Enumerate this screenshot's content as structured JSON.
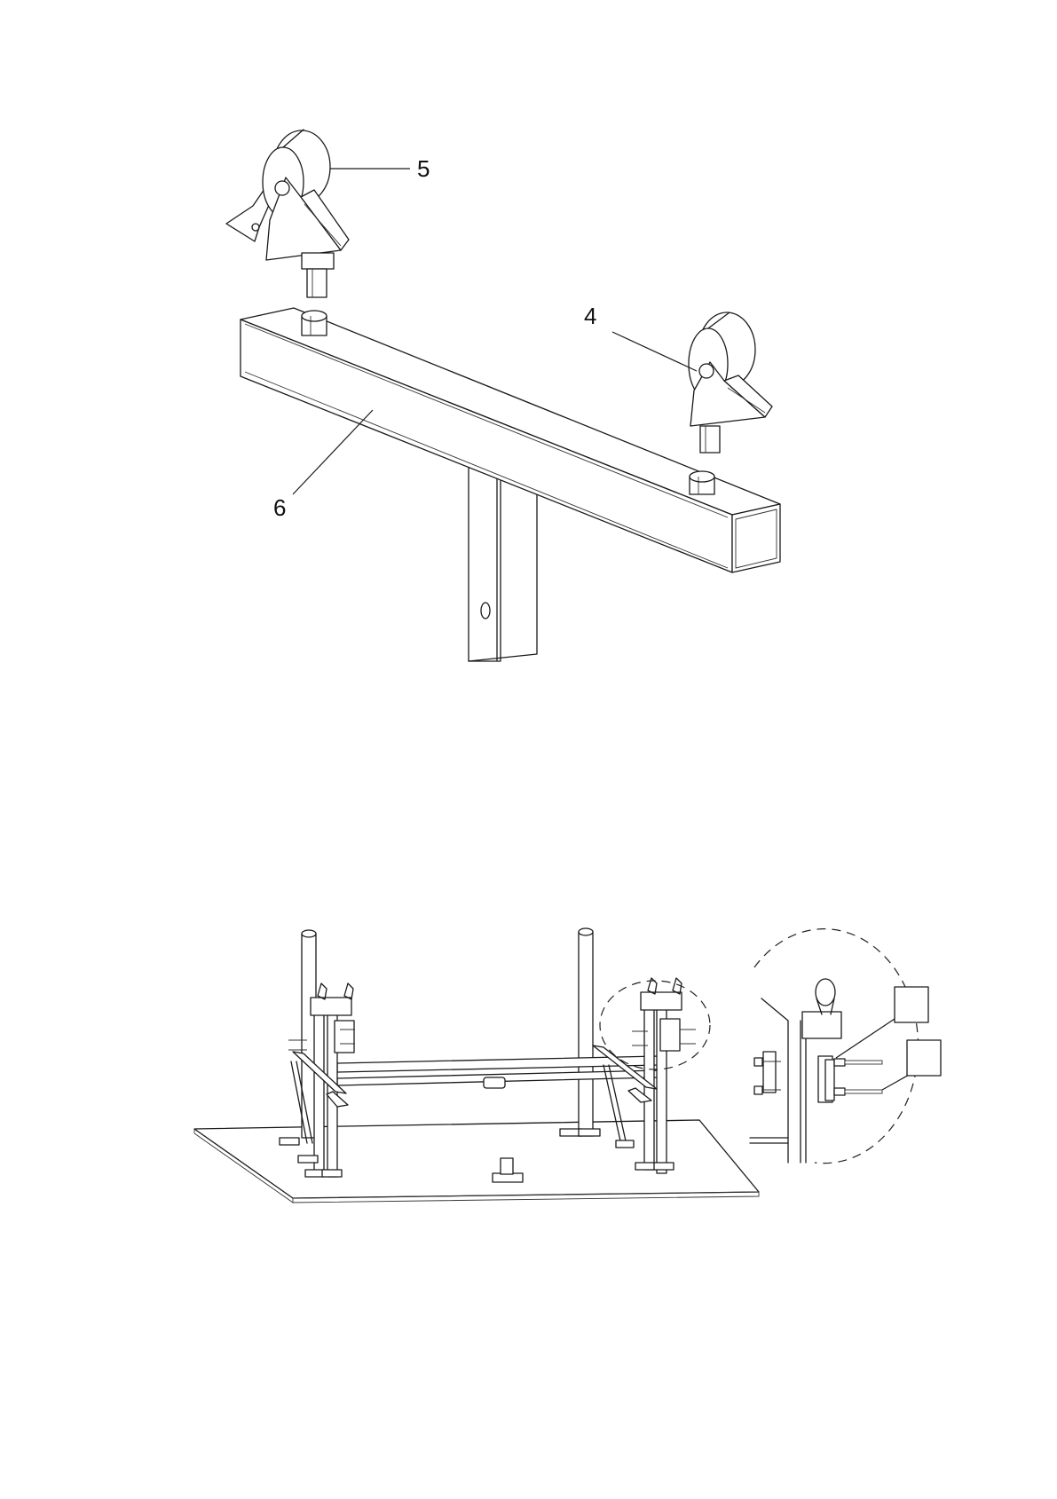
{
  "figure_top": {
    "callouts": [
      {
        "id": "callout-5",
        "label": "5"
      },
      {
        "id": "callout-4",
        "label": "4"
      },
      {
        "id": "callout-6",
        "label": "6"
      }
    ]
  },
  "figure_bottom": {
    "detail_boxes": [
      "",
      ""
    ]
  }
}
